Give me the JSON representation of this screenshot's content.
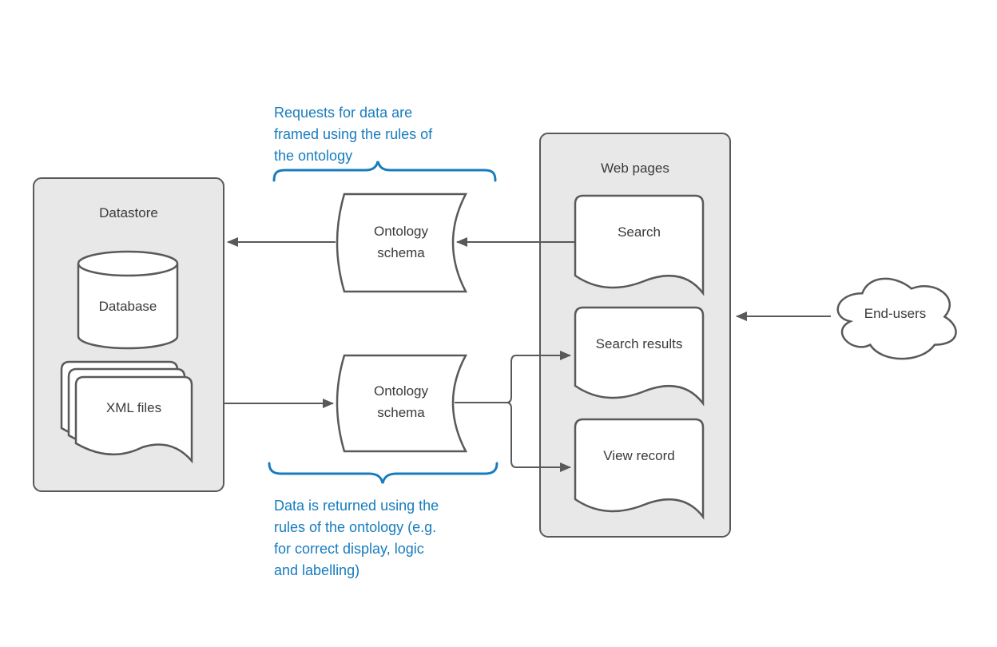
{
  "datastore": {
    "title": "Datastore",
    "database_label": "Database",
    "xml_files_label": "XML files"
  },
  "ontology_top": {
    "label": "Ontology\nschema"
  },
  "ontology_bottom": {
    "label": "Ontology\nschema"
  },
  "web_pages": {
    "title": "Web pages",
    "search_label": "Search",
    "search_results_label": "Search results",
    "view_record_label": "View record"
  },
  "end_users": {
    "label": "End-users"
  },
  "annotations": {
    "request": "Requests for data are\nframed using the rules of\nthe ontology",
    "response": "Data is returned using the\nrules of the ontology (e.g.\nfor correct display, logic\nand labelling)"
  },
  "colors": {
    "annotation_blue": "#177CBE",
    "shape_stroke": "#595959",
    "container_fill": "#e8e8e8",
    "shape_fill": "#ffffff",
    "label_text": "#3a3a3a",
    "background": "#ffffff"
  }
}
